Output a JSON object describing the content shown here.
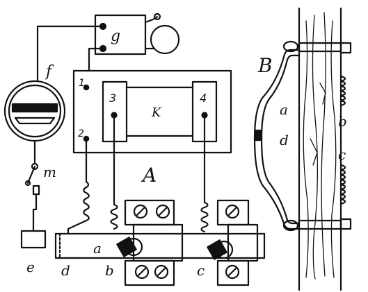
{
  "figure": {
    "panel_a_label": "A",
    "panel_b_label": "B"
  },
  "panel_a": {
    "box_label": "K",
    "terminal_1": "1",
    "terminal_2": "2",
    "terminal_3": "3",
    "terminal_4": "4",
    "galvanometer": "g",
    "lamp": "f",
    "switch": "m",
    "battery": "e",
    "bar_a": "a",
    "clamp_b": "b",
    "clamp_c": "c",
    "bar_d": "d"
  },
  "panel_b": {
    "label_a": "a",
    "label_d": "d",
    "label_b": "b",
    "label_c": "c"
  },
  "colors": {
    "ink": "#111111",
    "paper": "#ffffff"
  }
}
